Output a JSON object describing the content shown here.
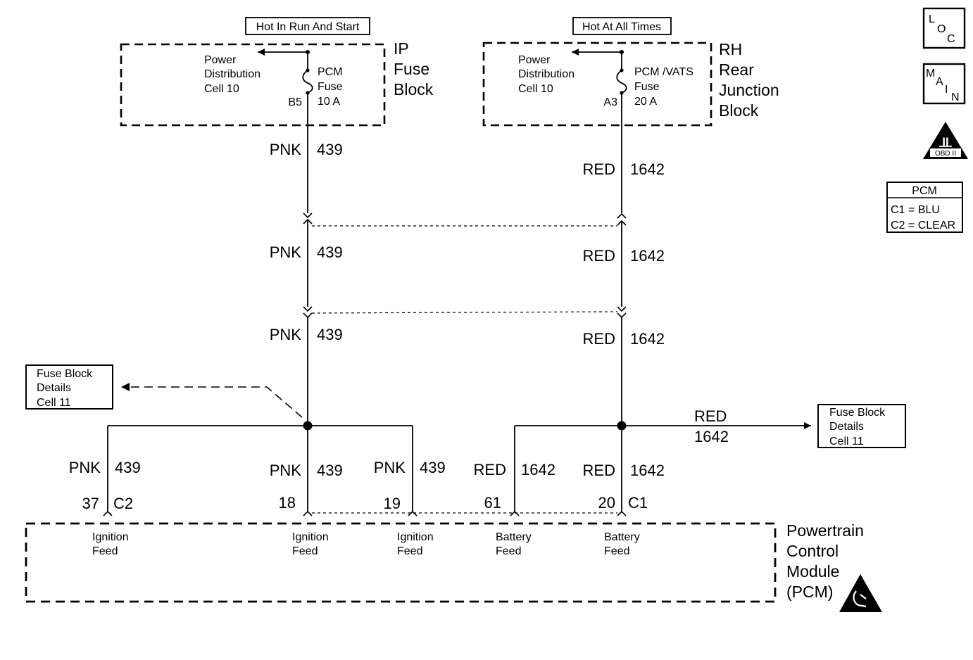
{
  "power_sources": {
    "left": {
      "header": "Hot In Run And Start",
      "pd_lines": [
        "Power",
        "Distribution",
        "Cell 10"
      ],
      "fuse_lines": [
        "PCM",
        "Fuse",
        "10 A"
      ],
      "terminal": "B5",
      "block_lines": [
        "IP",
        "Fuse",
        "Block"
      ]
    },
    "right": {
      "header": "Hot At All Times",
      "pd_lines": [
        "Power",
        "Distribution",
        "Cell 10"
      ],
      "fuse_lines": [
        "PCM /VATS",
        "Fuse",
        "20 A"
      ],
      "terminal": "A3",
      "block_lines": [
        "RH",
        "Rear",
        "Junction",
        "Block"
      ]
    }
  },
  "wires": {
    "left": {
      "color": "PNK",
      "circuit": "439"
    },
    "right": {
      "color": "RED",
      "circuit": "1642"
    }
  },
  "fuse_block_details": {
    "left": {
      "lines": [
        "Fuse Block",
        "Details",
        "Cell 11"
      ]
    },
    "right": {
      "lines": [
        "Fuse Block",
        "Details",
        "Cell 11"
      ],
      "wire_color": "RED",
      "wire_circuit": "1642"
    }
  },
  "pcm_pins": [
    {
      "pin": "37",
      "connector": "C2",
      "wire_color": "PNK",
      "circuit": "439",
      "label_lines": [
        "Ignition",
        "Feed"
      ]
    },
    {
      "pin": "18",
      "connector": "",
      "wire_color": "PNK",
      "circuit": "439",
      "label_lines": [
        "Ignition",
        "Feed"
      ]
    },
    {
      "pin": "19",
      "connector": "",
      "wire_color": "PNK",
      "circuit": "439",
      "label_lines": [
        "Ignition",
        "Feed"
      ]
    },
    {
      "pin": "61",
      "connector": "",
      "wire_color": "RED",
      "circuit": "1642",
      "label_lines": [
        "Battery",
        "Feed"
      ]
    },
    {
      "pin": "20",
      "connector": "C1",
      "wire_color": "RED",
      "circuit": "1642",
      "label_lines": [
        "Battery",
        "Feed"
      ]
    }
  ],
  "pcm": {
    "lines": [
      "Powertrain",
      "Control",
      "Module",
      "(PCM)"
    ]
  },
  "legend": {
    "loc_letters": [
      "L",
      "O",
      "C"
    ],
    "main_letters": [
      "M",
      "A",
      "I",
      "N"
    ],
    "obd_numeral": "II",
    "obd_label": "OBD II",
    "connector_table": {
      "title": "PCM",
      "rows": [
        "C1 = BLU",
        "C2 = CLEAR"
      ]
    }
  }
}
